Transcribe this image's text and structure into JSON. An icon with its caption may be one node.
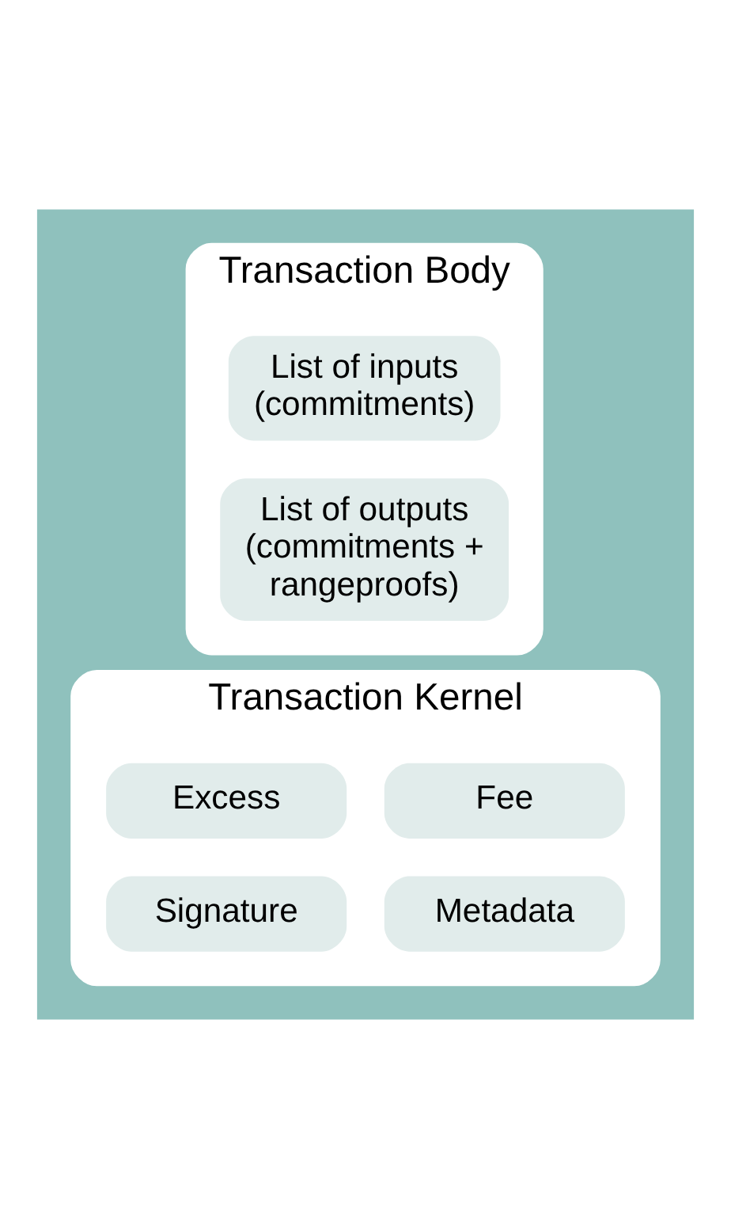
{
  "diagram": {
    "nodes": [
      {
        "text": [],
        "shape": "box"
      },
      {
        "text": [
          "Transaction Body"
        ],
        "in": 0
      },
      {
        "text": [
          "List of inputs (commitments)"
        ],
        "in": 1
      },
      {
        "text": [
          "List of outputs (commitments + rangeproofs)"
        ],
        "in": 1
      },
      {
        "text": [
          "Transaction Kernel"
        ],
        "in": 0
      },
      {
        "text": [
          "Excess"
        ],
        "in": 4
      },
      {
        "text": [
          "Fee"
        ],
        "in": 4
      },
      {
        "text": [
          "Signature"
        ],
        "in": 4
      },
      {
        "text": [
          "Metadata"
        ],
        "in": 4
      }
    ],
    "edges": []
  }
}
